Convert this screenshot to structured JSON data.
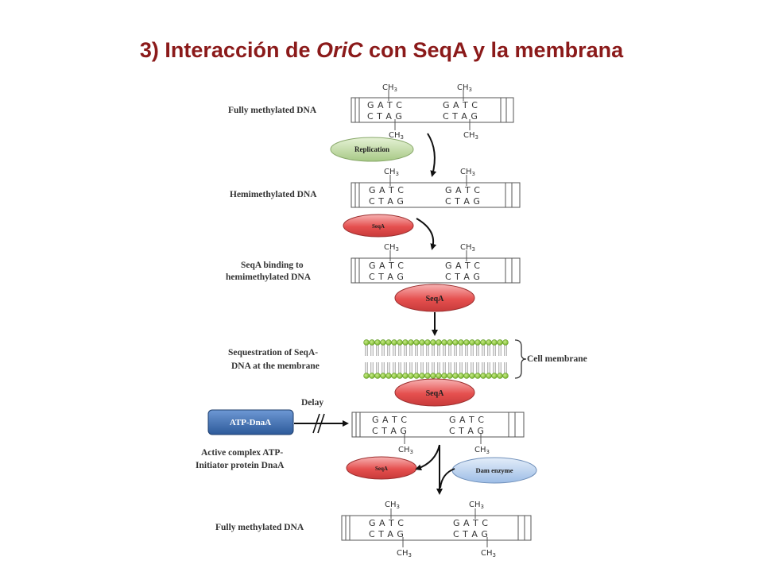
{
  "title": {
    "prefix": "3) Interacción de ",
    "italic": "OriC",
    "suffix": " con SeqA y la membrana"
  },
  "colors": {
    "title": "#8b1a1a",
    "seqa": "#e5504f",
    "replication": "#b8d59a",
    "dam": "#a9c6ea",
    "dnaa": "#3a68a8",
    "membrane": "#8cc43c"
  },
  "labels": {
    "fully_top": "Fully methylated DNA",
    "hemi": "Hemimethylated DNA",
    "binding_1": "SeqA binding to",
    "binding_2": "hemimethylated DNA",
    "sequest_1": "Sequestration of SeqA-",
    "sequest_2": "DNA at the membrane",
    "cell_membrane": "Cell membrane",
    "delay": "Delay",
    "active_1": "Active complex ATP-",
    "active_2": "Initiator protein DnaA",
    "fully_bottom": "Fully methylated DNA"
  },
  "proteins": {
    "replication": "Replication",
    "seqa": "SeqA",
    "dnaa": "ATP-DnaA",
    "dam": "Dam enzyme"
  },
  "dna": {
    "top": "G A T C",
    "bottom": "C T A G",
    "methyl": "CH",
    "methyl_sub": "3"
  }
}
